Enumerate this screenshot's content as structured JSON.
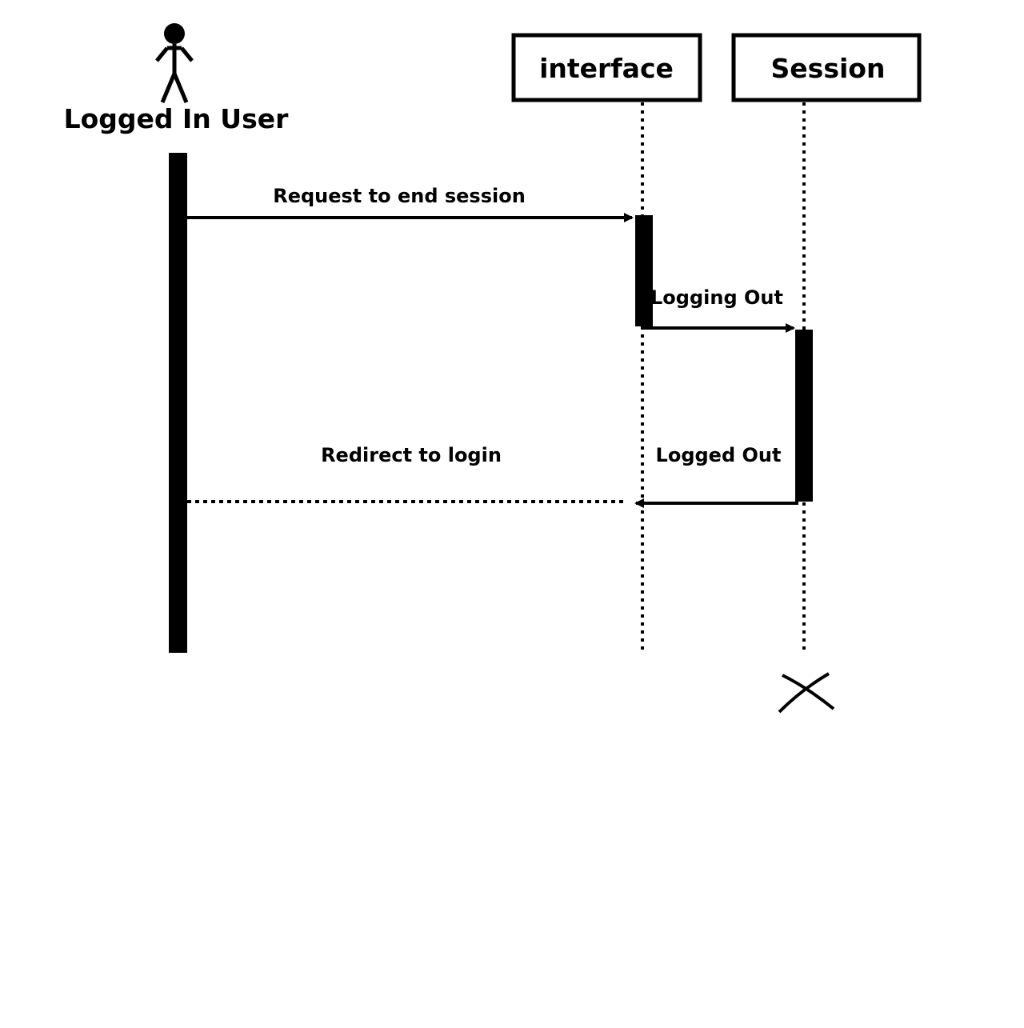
{
  "diagram": {
    "type": "sequence",
    "participants": {
      "user": {
        "label": "Logged In User",
        "kind": "actor"
      },
      "interface": {
        "label": "interface",
        "kind": "object"
      },
      "session": {
        "label": "Session",
        "kind": "object",
        "destroyed": true
      }
    },
    "messages": [
      {
        "from": "Logged In User",
        "to": "interface",
        "label": "Request to end session",
        "style": "solid"
      },
      {
        "from": "interface",
        "to": "Session",
        "label": "Logging Out",
        "style": "solid"
      },
      {
        "from": "Session",
        "to": "interface",
        "label": "Logged Out",
        "style": "solid"
      },
      {
        "from": "interface",
        "to": "Logged In User",
        "label": "Redirect to login",
        "style": "dotted"
      }
    ],
    "colors": {
      "ink": "#000000",
      "background": "#ffffff"
    }
  }
}
